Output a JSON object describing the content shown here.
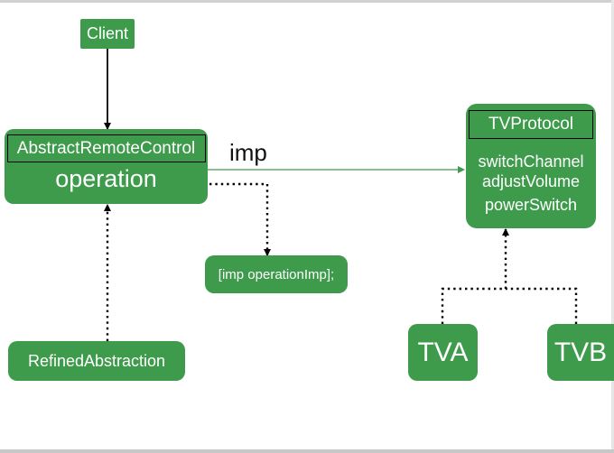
{
  "nodes": {
    "client": {
      "label": "Client"
    },
    "abstract_remote_control": {
      "title": "AbstractRemoteControl",
      "method": "operation"
    },
    "tv_protocol": {
      "title": "TVProtocol",
      "methods": [
        "switchChannel",
        "adjustVolume",
        "powerSwitch"
      ]
    },
    "imp_call": {
      "label": "[imp operationImp];"
    },
    "refined_abstraction": {
      "label": "RefinedAbstraction"
    },
    "tva": {
      "label": "TVA"
    },
    "tvb": {
      "label": "TVB"
    }
  },
  "edges": {
    "imp_label": "imp"
  },
  "colors": {
    "node_fill": "#3d9b4b",
    "node_text": "#ffffff",
    "edge": "#000000",
    "imp_edge": "#3d9b4b"
  }
}
